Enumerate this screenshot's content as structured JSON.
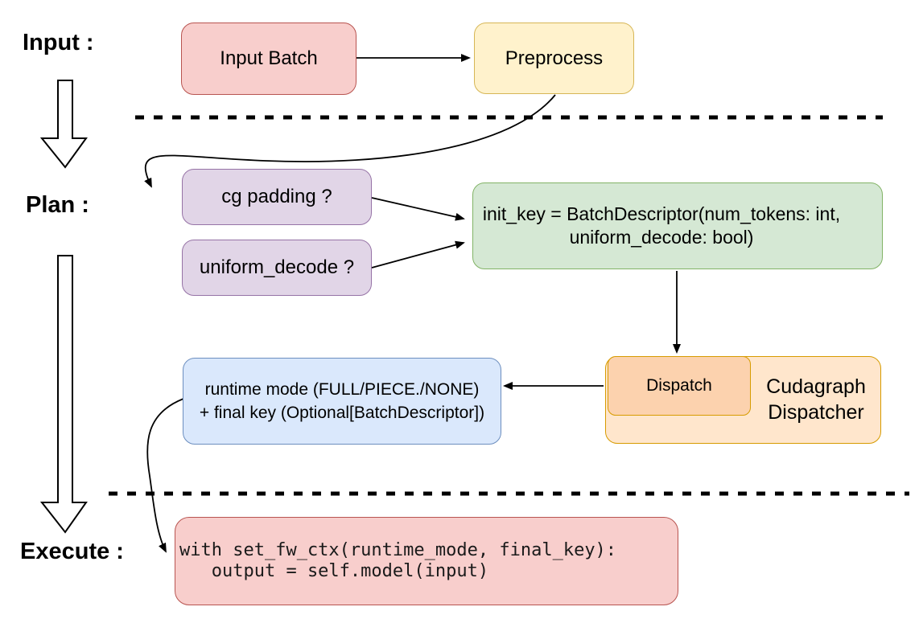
{
  "diagram": {
    "stage_labels": {
      "input": "Input :",
      "plan": "Plan :",
      "execute": "Execute :"
    },
    "nodes": {
      "input_batch": {
        "label": "Input Batch"
      },
      "preprocess": {
        "label": "Preprocess"
      },
      "cg_padding": {
        "label": "cg padding ?"
      },
      "uniform_decode": {
        "label": "uniform_decode ?"
      },
      "init_key": {
        "lines": [
          "init_key = BatchDescriptor(num_tokens: int,",
          "uniform_decode: bool)"
        ]
      },
      "dispatch": {
        "label": "Dispatch"
      },
      "cudagraph_dispatcher": {
        "lines": [
          "Cudagraph",
          "Dispatcher"
        ]
      },
      "runtime_final_key": {
        "lines": [
          "runtime mode (FULL/PIECE./NONE)",
          "+ final key (Optional[BatchDescriptor])"
        ]
      },
      "execute_code": {
        "lines": [
          "with set_fw_ctx(runtime_mode, final_key):",
          "   output = self.model(input)"
        ]
      }
    },
    "palette": {
      "red_fill": "#f8cecc",
      "red_border": "#b85450",
      "yellow_fill": "#fff2cc",
      "yellow_border": "#d6b656",
      "purple_fill": "#e1d5e7",
      "purple_border": "#9673a6",
      "green_fill": "#d5e8d4",
      "green_border": "#82b366",
      "blue_fill": "#dae8fc",
      "blue_border": "#6c8ebf",
      "orange_fill": "#ffe6cc",
      "orange_inner_fill": "#fcd2ae",
      "orange_border": "#d79b00",
      "connector": "#000000"
    }
  }
}
